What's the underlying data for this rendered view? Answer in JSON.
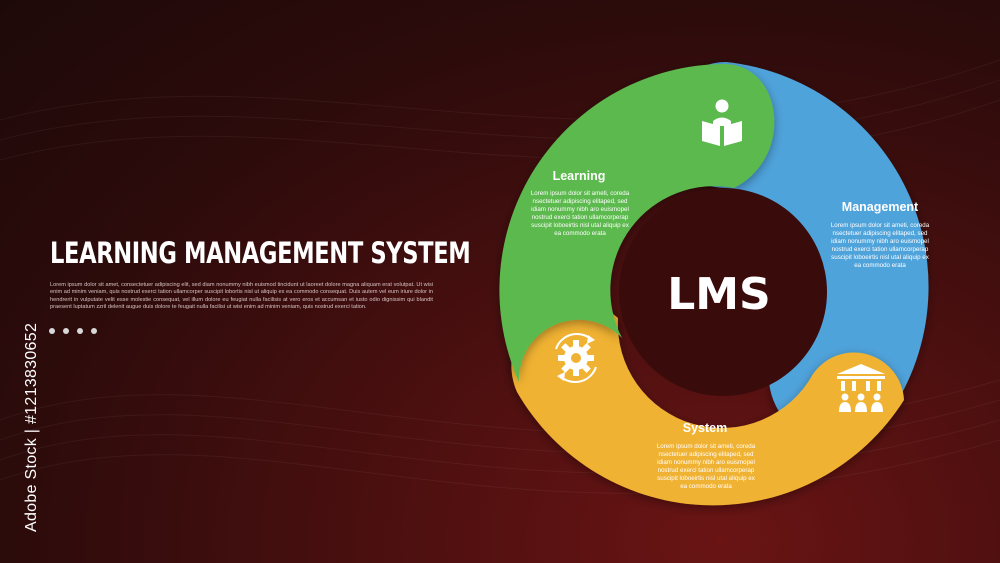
{
  "title": "LEARNING MANAGEMENT SYSTEM",
  "description": "Lorem ipsum dolor sit amet, consectetuer adipiscing elit, sed diam nonummy nibh euismod tincidunt ut laoreet dolore magna aliquam erat volutpat. Ut wisi enim ad minim veniam, quis nostrud exerci tation ullamcorper suscipit lobortis nisl ut aliquip ex ea commodo consequat. Duis autem vel eum iriure dolor in hendrerit in vulputate velit esse molestie consequat, vel illum dolore eu feugiat nulla facilisis at vero eros et accumsan et iusto odio dignissim qui blandit praesent luptatum zzril delenit augue duis dolore te feugait nulla facilisi ut wisi enim ad minim veniam, quis nostrud exerci tation.",
  "pagination_dots": 4,
  "center_label": "LMS",
  "watermark_id": "Adobe Stock | #1213830652",
  "segments": [
    {
      "name": "Learning",
      "color": "#5bb94e",
      "icon": "reader-icon",
      "lines": [
        "Lorem ipsum dolor sit ameti, coreda",
        "nsectetuer adipiscing elitaped, sed",
        "idiam nonummy nibh aro euismopel",
        "nostrud exerci tation ullamcorperap",
        "suscipit loboeirtis nisl utal aliquip ex",
        "ea commodo erata"
      ]
    },
    {
      "name": "Management",
      "color": "#4fa3db",
      "icon": "people-building-icon",
      "lines": [
        "Lorem ipsum dolor sit ameti, coreda",
        "nsectetuer adipiscing elitaped, sed",
        "idiam nonummy nibh aro euismopel",
        "nostrud exerci tation ullamcorperap",
        "suscipit loboeirtis nisl utal aliquip ex",
        "ea commodo erata"
      ]
    },
    {
      "name": "System",
      "color": "#f0b232",
      "icon": "gear-cycle-icon",
      "lines": [
        "Lorem ipsum dolor sit ameti, coreda",
        "nsectetuer adipiscing elitaped, sed",
        "idiam nonummy nibh aro euismopel",
        "nostrud exerci tation ullamcorperap",
        "suscipit loboeirtis nisl utal aliquip ex",
        "ea commodo erata"
      ]
    }
  ],
  "colors": {
    "background_dark": "#1e0909",
    "background_glow": "#6a1414",
    "center_fill": "#3a0b0b"
  }
}
